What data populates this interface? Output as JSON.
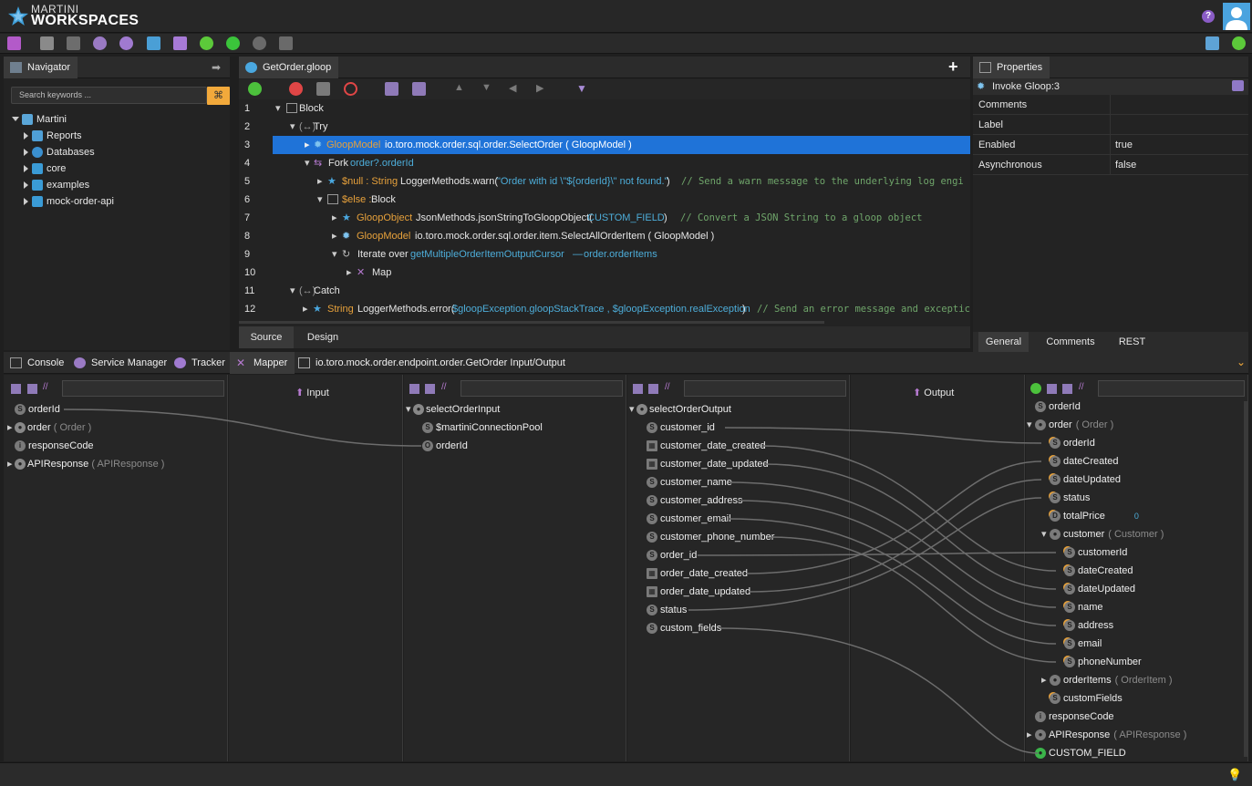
{
  "app": {
    "brand_top": "MARTINI",
    "brand_main": "WORKSPACES",
    "help": "?"
  },
  "navigator": {
    "title": "Navigator",
    "search_placeholder": "Search keywords ...",
    "root": "Martini",
    "items": [
      "Reports",
      "Databases",
      "core",
      "examples",
      "mock-order-api"
    ]
  },
  "editor": {
    "tab": "GetOrder.gloop",
    "lines": [
      {
        "n": "1",
        "label": "Block"
      },
      {
        "n": "2",
        "label": "Try"
      },
      {
        "n": "3",
        "type": "GloopModel",
        "text": "io.toro.mock.order.sql.order.SelectOrder ( GloopModel )"
      },
      {
        "n": "4",
        "label": "Fork",
        "expr": "order?.orderId"
      },
      {
        "n": "5",
        "type": "$null : String",
        "text": "LoggerMethods.warn( ",
        "str": "\"Order with id \\\"${orderId}\\\" not found.\"",
        "close": " )",
        "comment": "// Send a warn message to the underlying log engi"
      },
      {
        "n": "6",
        "type": "$else : ",
        "label": "Block"
      },
      {
        "n": "7",
        "type": "GloopObject",
        "text": "JsonMethods.jsonStringToGloopObject(",
        "arg": " CUSTOM_FIELD ",
        "close": ")",
        "comment": "// Convert a JSON String to a gloop object"
      },
      {
        "n": "8",
        "type": "GloopModel",
        "text": "io.toro.mock.order.sql.order.item.SelectAllOrderItem ( GloopModel )"
      },
      {
        "n": "9",
        "label": "Iterate over",
        "expr": "getMultipleOrderItemOutputCursor",
        "arrow": "—",
        "expr2": "order.orderItems"
      },
      {
        "n": "10",
        "label": "Map"
      },
      {
        "n": "11",
        "label": "Catch"
      },
      {
        "n": "12",
        "type": "String",
        "text": "LoggerMethods.error(",
        "arg": " $gloopException.gloopStackTrace , $gloopException.realException ",
        "close": ")",
        "comment": "// Send an error message and exceptic"
      }
    ],
    "bottom_tabs": [
      "Source",
      "Design"
    ]
  },
  "properties": {
    "title": "Properties",
    "subtitle": "Invoke Gloop:3",
    "rows": [
      {
        "key": "Comments",
        "value": ""
      },
      {
        "key": "Label",
        "value": ""
      },
      {
        "key": "Enabled",
        "value": "true"
      },
      {
        "key": "Asynchronous",
        "value": "false"
      }
    ],
    "tabs": [
      "General",
      "Comments",
      "REST"
    ]
  },
  "bottom": {
    "tabs": [
      "Console",
      "Service Manager",
      "Tracker",
      "Mapper"
    ],
    "path": "io.toro.mock.order.endpoint.order.GetOrder Input/Output"
  },
  "mapper": {
    "input_label": "Input",
    "output_label": "Output",
    "input_items": [
      {
        "name": "orderId",
        "type": ""
      },
      {
        "name": "order",
        "type": "( Order )"
      },
      {
        "name": "responseCode",
        "type": ""
      },
      {
        "name": "APIResponse",
        "type": "( APIResponse )"
      }
    ],
    "select_input_root": "selectOrderInput",
    "select_input_items": [
      "$martiniConnectionPool",
      "orderId"
    ],
    "select_output_root": "selectOrderOutput",
    "select_output_items": [
      "customer_id",
      "customer_date_created",
      "customer_date_updated",
      "customer_name",
      "customer_address",
      "customer_email",
      "customer_phone_number",
      "order_id",
      "order_date_created",
      "order_date_updated",
      "status",
      "custom_fields"
    ],
    "output_items": [
      {
        "name": "orderId",
        "type": ""
      },
      {
        "name": "order",
        "type": "( Order )"
      },
      {
        "name": "orderId",
        "type": ""
      },
      {
        "name": "dateCreated",
        "type": ""
      },
      {
        "name": "dateUpdated",
        "type": ""
      },
      {
        "name": "status",
        "type": ""
      },
      {
        "name": "totalPrice",
        "type": "",
        "extra": "0"
      },
      {
        "name": "customer",
        "type": "( Customer )"
      },
      {
        "name": "customerId",
        "type": ""
      },
      {
        "name": "dateCreated",
        "type": ""
      },
      {
        "name": "dateUpdated",
        "type": ""
      },
      {
        "name": "name",
        "type": ""
      },
      {
        "name": "address",
        "type": ""
      },
      {
        "name": "email",
        "type": ""
      },
      {
        "name": "phoneNumber",
        "type": ""
      },
      {
        "name": "orderItems",
        "type": "( OrderItem )"
      },
      {
        "name": "customFields",
        "type": ""
      },
      {
        "name": "responseCode",
        "type": ""
      },
      {
        "name": "APIResponse",
        "type": "( APIResponse )"
      },
      {
        "name": "CUSTOM_FIELD",
        "type": ""
      }
    ]
  }
}
